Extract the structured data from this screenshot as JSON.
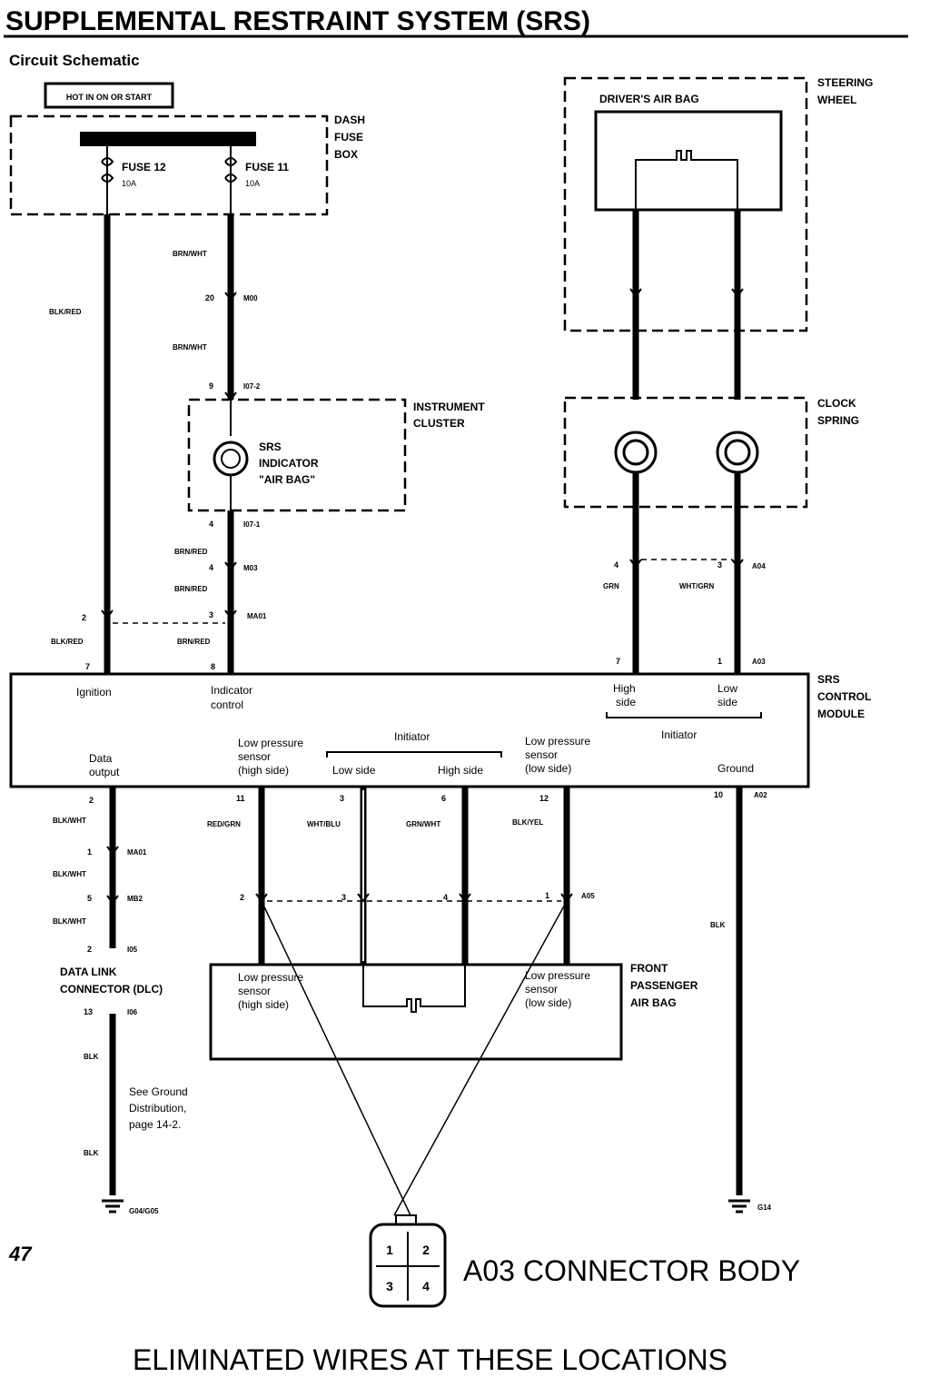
{
  "title": "SUPPLEMENTAL RESTRAINT SYSTEM (SRS)",
  "subtitle": "Circuit Schematic",
  "page_number": "47",
  "hot_label": "HOT IN ON OR START",
  "dash_fuse_box": "DASH FUSE BOX",
  "fuse12": {
    "name": "FUSE 12",
    "rating": "10A"
  },
  "fuse11": {
    "name": "FUSE 11",
    "rating": "10A"
  },
  "steering_wheel": "STEERING WHEEL",
  "drivers_air_bag": "DRIVER'S AIR BAG",
  "clock_spring": "CLOCK SPRING",
  "instrument_cluster": "INSTRUMENT CLUSTER",
  "srs_indicator": [
    "SRS",
    "INDICATOR",
    "\"AIR BAG\""
  ],
  "srs_module": [
    "SRS",
    "CONTROL",
    "MODULE"
  ],
  "module_labels": {
    "ignition": "Ignition",
    "indicator_control": [
      "Indicator",
      "control"
    ],
    "high_side": [
      "High",
      "side"
    ],
    "low_side": [
      "Low",
      "side"
    ],
    "initiator_top": "Initiator",
    "initiator_mid": "Initiator",
    "data_output": [
      "Data",
      "output"
    ],
    "lp_high": [
      "Low pressure",
      "sensor",
      "(high side)"
    ],
    "init_low": "Low side",
    "init_high": "High side",
    "lp_low": [
      "Low pressure",
      "sensor",
      "(low side)"
    ],
    "ground": "Ground"
  },
  "wire_colors": {
    "blk_red": "BLK/RED",
    "brn_wht": "BRN/WHT",
    "brn_red": "BRN/RED",
    "grn": "GRN",
    "wht_grn": "WHT/GRN",
    "blk_wht": "BLK/WHT",
    "red_grn": "RED/GRN",
    "wht_blu": "WHT/BLU",
    "grn_wht": "GRN/WHT",
    "blk_yel": "BLK/YEL",
    "blk": "BLK"
  },
  "connectors": {
    "m00": "M00",
    "i07_2": "I07-2",
    "i07_1": "I07-1",
    "m03": "M03",
    "ma01": "MA01",
    "a04": "A04",
    "a03": "A03",
    "a02": "A02",
    "mb01": "MA01",
    "mb02": "MB2",
    "i06": "I06",
    "i05": "I05",
    "a05": "A05",
    "g04": "G04/G05",
    "g14": "G14"
  },
  "pins": {
    "p20": "20",
    "p9": "9",
    "p4a": "4",
    "p4b": "4",
    "p3": "3",
    "p2": "2",
    "p7a": "7",
    "p8": "8",
    "p4c": "4",
    "p3b": "3",
    "p7b": "7",
    "p1": "1",
    "b2": "2",
    "b11": "11",
    "b3": "3",
    "b6": "6",
    "b12": "12",
    "b10": "10",
    "d1": "1",
    "d5": "5",
    "d2": "2",
    "d13": "13",
    "c2": "2",
    "c3": "3",
    "c4": "4",
    "c1": "1"
  },
  "dlc": [
    "DATA LINK",
    "CONNECTOR (DLC)"
  ],
  "ground_note": [
    "See Ground",
    "Distribution,",
    "page 14-2."
  ],
  "front_passenger": [
    "FRONT",
    "PASSENGER",
    "AIR BAG"
  ],
  "fp_lp_high": [
    "Low pressure",
    "sensor",
    "(high side)"
  ],
  "fp_lp_low": [
    "Low pressure",
    "sensor",
    "(low side)"
  ],
  "a03_connector": {
    "label": "A03 CONNECTOR BODY",
    "pins": [
      "1",
      "2",
      "3",
      "4"
    ]
  },
  "footer": "ELIMINATED WIRES AT THESE LOCATIONS"
}
